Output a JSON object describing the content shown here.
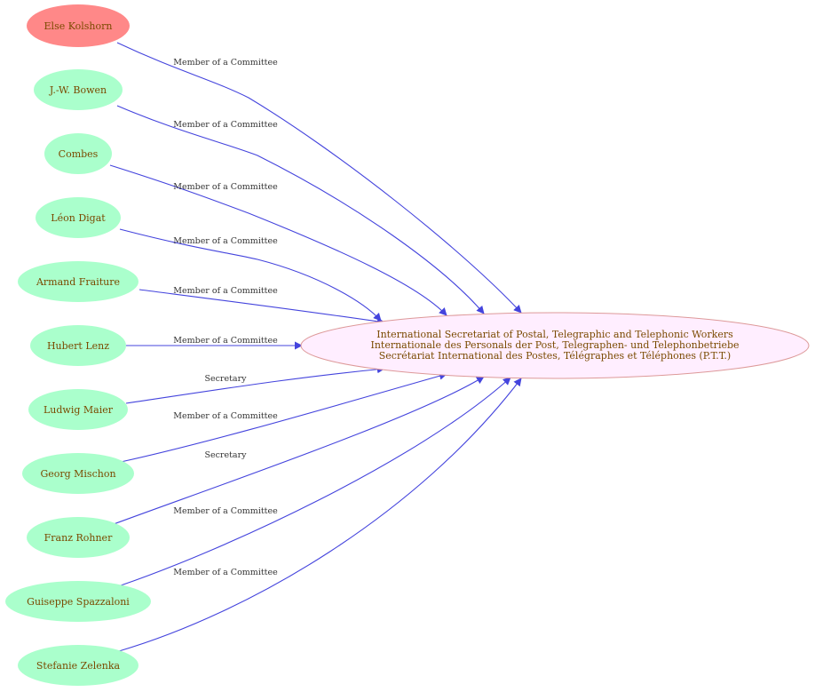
{
  "colors": {
    "person_fill": "#aaffcc",
    "highlight_fill": "#ff8888",
    "org_fill": "#ffeeff",
    "org_stroke": "#dd9999",
    "edge": "#4444dd"
  },
  "organization": {
    "lines": [
      "International Secretariat of Postal, Telegraphic and Telephonic Workers",
      "Internationale des Personals der Post, Telegraphen- und Telephonbetriebe",
      "Secrétariat International des Postes, Télégraphes et Téléphones (P.T.T.)"
    ]
  },
  "people": [
    {
      "name": "Else Kolshorn",
      "relation": "Member of a Committee",
      "highlight": true
    },
    {
      "name": "J.-W. Bowen",
      "relation": "Member of a Committee"
    },
    {
      "name": "Combes",
      "relation": "Member of a Committee"
    },
    {
      "name": "Léon Digat",
      "relation": "Member of a Committee"
    },
    {
      "name": "Armand Fraiture",
      "relation": "Member of a Committee"
    },
    {
      "name": "Hubert Lenz",
      "relation": "Member of a Committee"
    },
    {
      "name": "Ludwig Maier",
      "relation": "Secretary"
    },
    {
      "name": "Georg Mischon",
      "relation": "Member of a Committee"
    },
    {
      "name": "Franz Rohner",
      "relation": "Secretary"
    },
    {
      "name": "Guiseppe Spazzaloni",
      "relation": "Member of a Committee"
    },
    {
      "name": "Stefanie Zelenka",
      "relation": "Member of a Committee"
    }
  ]
}
